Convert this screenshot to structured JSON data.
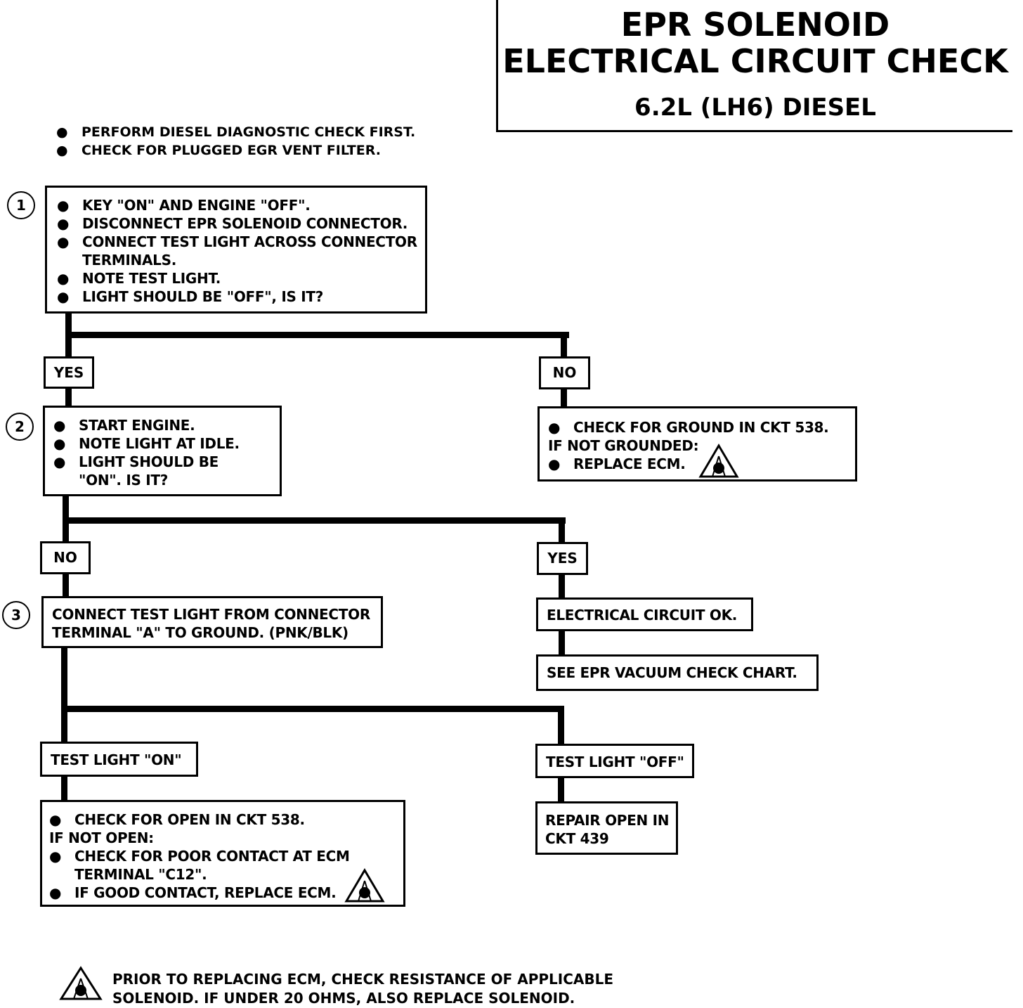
{
  "title": {
    "line1": "EPR SOLENOID",
    "line2": "ELECTRICAL CIRCUIT CHECK",
    "line3": "6.2L (LH6) DIESEL"
  },
  "intro": [
    "PERFORM DIESEL DIAGNOSTIC CHECK FIRST.",
    "CHECK FOR PLUGGED EGR VENT FILTER."
  ],
  "step1": {
    "number": "1",
    "items": [
      "KEY \"ON\" AND ENGINE \"OFF\".",
      "DISCONNECT EPR SOLENOID CONNECTOR.",
      "CONNECT TEST LIGHT ACROSS CONNECTOR TERMINALS.",
      "NOTE TEST LIGHT.",
      "LIGHT SHOULD BE \"OFF\", IS IT?"
    ]
  },
  "branch1": {
    "yes": "YES",
    "no": "NO"
  },
  "no1_box": {
    "item1": "CHECK FOR GROUND IN CKT 538.",
    "cond": "IF NOT GROUNDED:",
    "item2": "REPLACE ECM."
  },
  "step2": {
    "number": "2",
    "items": [
      "START ENGINE.",
      "NOTE LIGHT AT IDLE.",
      "LIGHT SHOULD BE \"ON\". IS IT?"
    ]
  },
  "branch2": {
    "no": "NO",
    "yes": "YES"
  },
  "yes2_box1": "ELECTRICAL CIRCUIT OK.",
  "yes2_box2": "SEE EPR VACUUM CHECK CHART.",
  "step3": {
    "number": "3",
    "line1": "CONNECT TEST LIGHT FROM CONNECTOR",
    "line2": "TERMINAL \"A\" TO GROUND. (PNK/BLK)"
  },
  "branch3": {
    "on": "TEST LIGHT \"ON\"",
    "off": "TEST LIGHT \"OFF\""
  },
  "on_box": {
    "item1": "CHECK FOR OPEN IN CKT 538.",
    "cond": "IF NOT OPEN:",
    "item2": "CHECK FOR POOR CONTACT AT ECM TERMINAL \"C12\".",
    "item3": "IF GOOD CONTACT, REPLACE ECM."
  },
  "off_box": {
    "line1": "REPAIR OPEN IN",
    "line2": "CKT 439"
  },
  "footnote": {
    "line1": "PRIOR TO REPLACING ECM, CHECK RESISTANCE OF APPLICABLE",
    "line2": "SOLENOID.  IF UNDER 20 OHMS, ALSO REPLACE SOLENOID."
  },
  "icons": {
    "warning": "warning-triangle-icon"
  }
}
